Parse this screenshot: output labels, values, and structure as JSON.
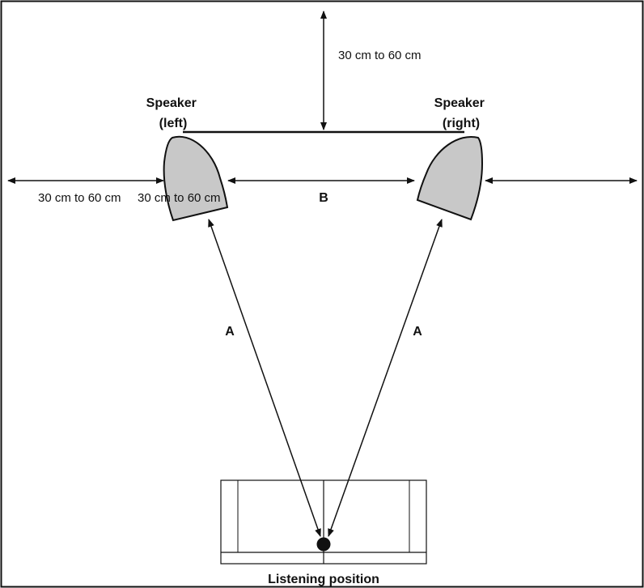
{
  "labels": {
    "top_gap": "30 cm to 60 cm",
    "side_gap_left": "30 cm to 60 cm",
    "side_gap_right": "30 cm to 60 cm",
    "speaker_left_line1": "Speaker",
    "speaker_left_line2": "(left)",
    "speaker_right_line1": "Speaker",
    "speaker_right_line2": "(right)",
    "distance_b": "B",
    "distance_a_left": "A",
    "distance_a_right": "A",
    "listening_position": "Listening position"
  },
  "colors": {
    "line": "#111111",
    "speaker_fill": "#c8c8c8",
    "listener_dot": "#111111"
  }
}
